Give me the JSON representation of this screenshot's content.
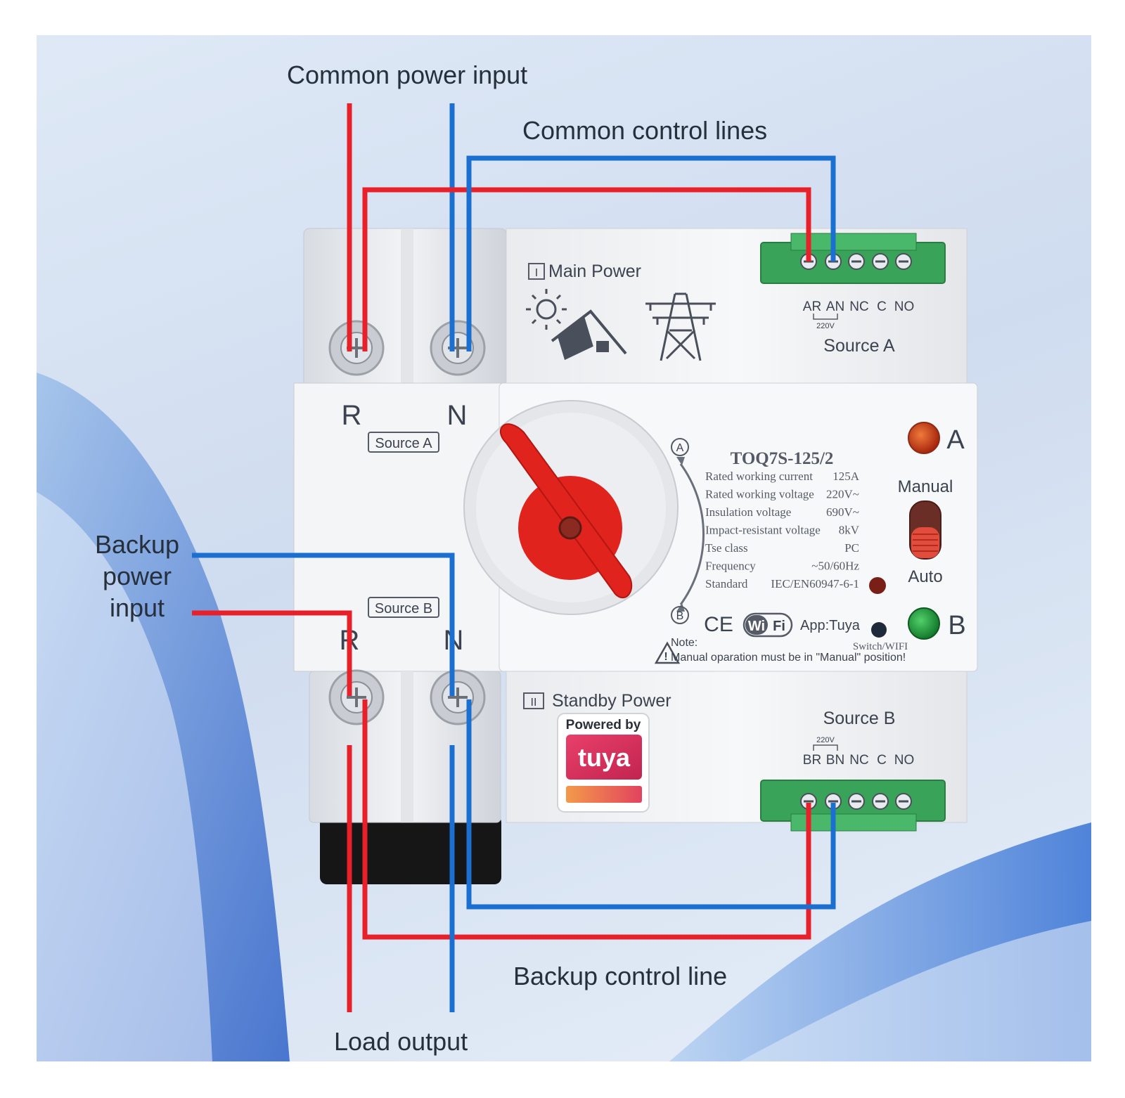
{
  "callouts": {
    "common_power_input": "Common power input",
    "common_control_lines": "Common control lines",
    "backup_power_input": "Backup power input",
    "backup_control_line": "Backup control line",
    "load_output": "Load output"
  },
  "device": {
    "main_power_roman": "I",
    "main_power_label": "Main Power",
    "standby_power_roman": "II",
    "standby_power_label": "Standby Power",
    "terminals_top": [
      "AR",
      "AN",
      "NC",
      "C",
      "NO"
    ],
    "terminals_bottom": [
      "BR",
      "BN",
      "NC",
      "C",
      "NO"
    ],
    "voltage_note": "220V",
    "source_a": "Source A",
    "source_b": "Source B",
    "phase_r": "R",
    "phase_n": "N",
    "model": "TOQ7S-125/2",
    "specs": [
      {
        "label": "Rated working current",
        "value": "125A"
      },
      {
        "label": "Rated working voltage",
        "value": "220V~"
      },
      {
        "label": "Insulation voltage",
        "value": "690V~"
      },
      {
        "label": "Impact-resistant voltage",
        "value": "8kV"
      },
      {
        "label": "Tse class",
        "value": "PC"
      },
      {
        "label": "Frequency",
        "value": "~50/60Hz"
      },
      {
        "label": "Standard",
        "value": "IEC/EN60947-6-1"
      }
    ],
    "position_a": "A",
    "position_b": "B",
    "indicator_a": "A",
    "indicator_b": "B",
    "mode_manual": "Manual",
    "mode_auto": "Auto",
    "ce_mark": "CE",
    "wifi_wi": "Wi",
    "wifi_fi": "Fi",
    "app": "App:Tuya",
    "switch_wifi": "Switch/WIFI",
    "note_title": "Note:",
    "note_text": "Manual oparation must be in \"Manual\" position!",
    "powered_by": "Powered by",
    "tuya": "tuya"
  },
  "colors": {
    "live_wire": "#e8202a",
    "neutral_wire": "#1a6fd0",
    "terminal_block": "#3aa35a",
    "knob": "#e0231d"
  }
}
